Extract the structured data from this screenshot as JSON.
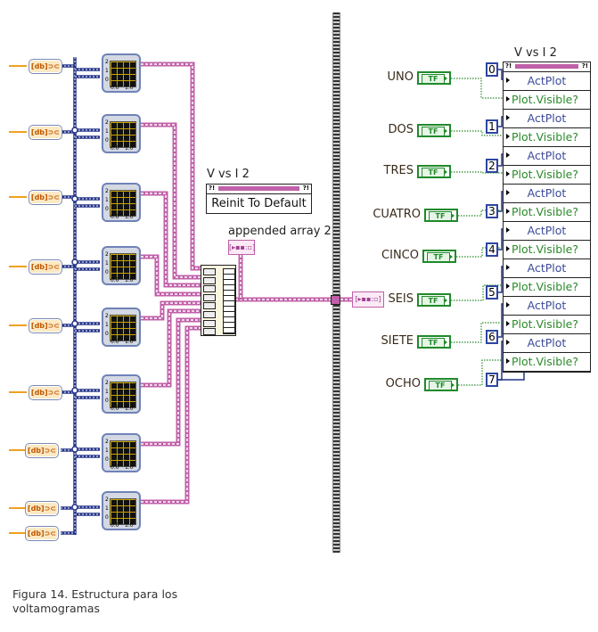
{
  "diagram": {
    "type": "labview-block-diagram",
    "colors": {
      "orange_wire": "#f0a020",
      "blue_wire": "#24348a",
      "pink_wire": "#c060a8",
      "green_wire": "#2b8a2a",
      "separator": "#555555"
    },
    "inputs": {
      "converter_label": "[db]⊃⊂",
      "count": 9
    },
    "xy_graph_icons": {
      "y_ticks": [
        "2",
        "1",
        "0"
      ],
      "x_ticks": [
        "0.0",
        "1.0"
      ],
      "count": 8
    },
    "property_node_left": {
      "title": "V vs I 2",
      "header_icon": "?!",
      "property": "Reinit To Default"
    },
    "indicator": {
      "label": "appended array 2",
      "icon": "[▸▪▪:▫]"
    },
    "build_array": {
      "inputs": 8
    },
    "booleans": [
      {
        "label": "UNO",
        "index": "0"
      },
      {
        "label": "DOS",
        "index": "1"
      },
      {
        "label": "TRES",
        "index": "2"
      },
      {
        "label": "CUATRO",
        "index": "3"
      },
      {
        "label": "CINCO",
        "index": "4"
      },
      {
        "label": "SEIS",
        "index": "5"
      },
      {
        "label": "SIETE",
        "index": "6"
      },
      {
        "label": "OCHO",
        "index": "7"
      }
    ],
    "bool_glyph": "TF",
    "property_node_right": {
      "title": "V vs I 2",
      "header_icon": "?!",
      "rows": [
        "ActPlot",
        "Plot.Visible?",
        "ActPlot",
        "Plot.Visible?",
        "ActPlot",
        "Plot.Visible?",
        "ActPlot",
        "Plot.Visible?",
        "ActPlot",
        "Plot.Visible?",
        "ActPlot",
        "Plot.Visible?",
        "ActPlot",
        "Plot.Visible?",
        "ActPlot",
        "Plot.Visible?"
      ]
    }
  },
  "caption": {
    "line1": "Figura 14. Estructura para los",
    "line2": "voltamogramas"
  }
}
